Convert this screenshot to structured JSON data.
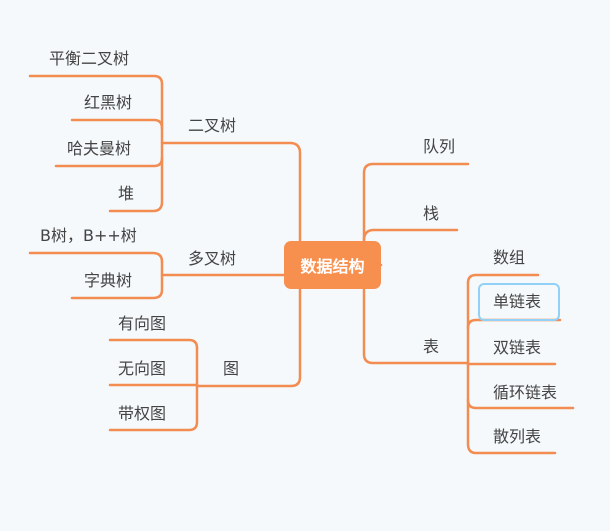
{
  "root": "数据结构",
  "left": {
    "binary_tree": {
      "label": "二叉树",
      "children": [
        "平衡二叉树",
        "红黑树",
        "哈夫曼树",
        "堆"
      ]
    },
    "multi_tree": {
      "label": "多叉树",
      "children": [
        "B树，B++树",
        "字典树"
      ]
    },
    "graph": {
      "label": "图",
      "children": [
        "有向图",
        "无向图",
        "带权图"
      ]
    }
  },
  "right": {
    "queue": {
      "label": "队列"
    },
    "stack": {
      "label": "栈"
    },
    "table": {
      "label": "表",
      "children": [
        "数组",
        "单链表",
        "双链表",
        "循环链表",
        "散列表"
      ]
    }
  },
  "colors": {
    "line": "#f28c50",
    "root_bg": "#f7904f",
    "selected": "#92d1f7",
    "background": "#f5f9fc"
  }
}
